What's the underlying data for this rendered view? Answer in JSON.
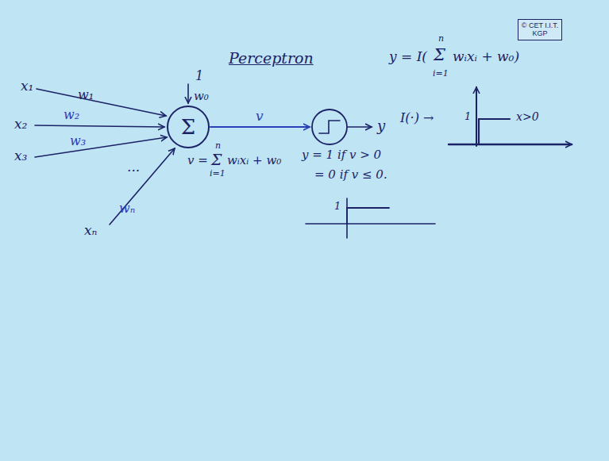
{
  "diagram": {
    "title": "Perceptron",
    "nodes": [
      {
        "text": [
          "© CET I.I.T. KGP"
        ]
      },
      {
        "text": [
          "Σ"
        ]
      }
    ],
    "labels": [
      "x₁",
      "w₁",
      "1",
      "w₀",
      "x₂",
      "w₂",
      "x₃",
      "w₃",
      "...",
      "wₙ",
      "xₙ",
      "v",
      "y",
      "v =",
      "Σ",
      "n",
      "i=1",
      "wᵢxᵢ + w₀",
      "y = 1 if v > 0",
      "= 0 if v ≤ 0.",
      "1",
      "y = I(",
      "Σ",
      "n",
      "i=1",
      "wᵢxᵢ + w₀)",
      "I(·) →",
      "1",
      "x>0"
    ]
  }
}
